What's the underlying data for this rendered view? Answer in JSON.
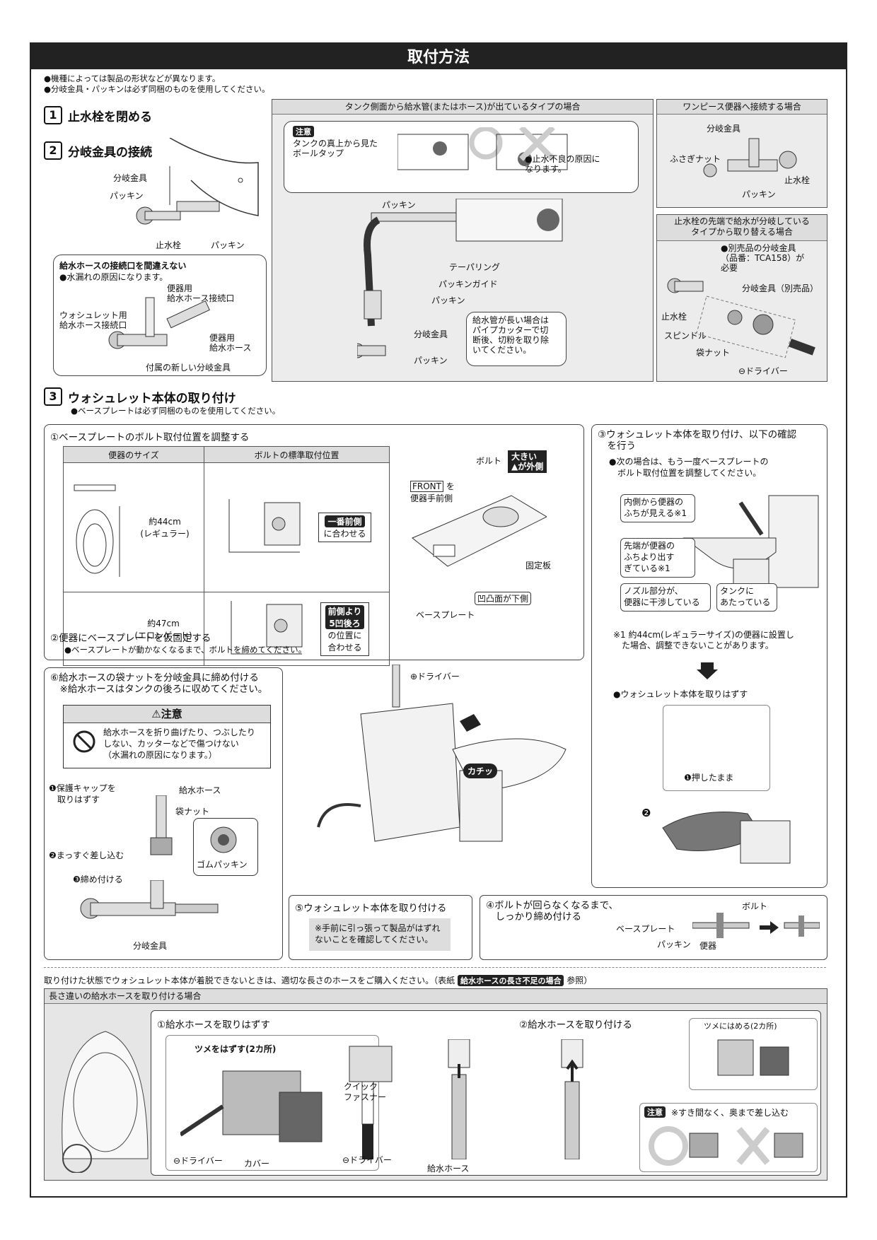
{
  "title": "取付方法",
  "intro": [
    "●機種によっては製品の形状などが異なります。",
    "●分岐金具・パッキンは必ず同梱のものを使用してください。"
  ],
  "step1": {
    "num": "1",
    "label": "止水栓を閉める"
  },
  "step2": {
    "num": "2",
    "label": "分岐金具の接続",
    "parts": {
      "bunki": "分岐金具",
      "packing1": "パッキン",
      "shisui": "止水栓",
      "packing2": "パッキン"
    },
    "warn": {
      "title": "給水ホースの接続口を間違えない",
      "text": "●水漏れの原因になります。",
      "benki_port": "便器用\n給水ホース接続口",
      "washlet_port": "ウォシュレット用\n給水ホース接続口",
      "benki_hose": "便器用\n給水ホース",
      "new_bunki": "付属の新しい分岐金具"
    }
  },
  "tank_side": {
    "head": "タンク側面から給水管(またはホース)が出ているタイプの場合",
    "chui": "注意",
    "chui_text": "タンクの真上から見た\nボールタップ",
    "ng_text": "●止水不良の原因に\nなります。",
    "labels": {
      "packing_top": "パッキン",
      "taper": "テーパリング",
      "guide": "パッキンガイド",
      "packing_mid": "パッキン",
      "bunki": "分岐金具",
      "packing_bot": "パッキン"
    },
    "long_pipe": "給水管が長い場合は\nパイプカッターで切\n断後、切粉を取り除\nいてください。"
  },
  "onepiece": {
    "head": "ワンピース便器へ接続する場合",
    "bunki": "分岐金具",
    "fusagi": "ふさぎナット",
    "shisui": "止水栓",
    "packing": "パッキン"
  },
  "replace": {
    "head": "止水栓の先端で給水が分岐している\nタイプから取り替える場合",
    "note": "●別売品の分岐金具\n（品番：TCA158）が\n必要",
    "bunki": "分岐金具（別売品）",
    "shisui": "止水栓",
    "spindle": "スピンドル",
    "fukuro": "袋ナット",
    "driver": "⊖ドライバー"
  },
  "step3": {
    "num": "3",
    "label": "ウォシュレット本体の取り付け",
    "sub": "●ベースプレートは必ず同梱のものを使用してください。"
  },
  "sub1": {
    "title": "①ベースプレートのボルト取付位置を調整する",
    "col_size": "便器のサイズ",
    "col_pos": "ボルトの標準取付位置",
    "rows": [
      {
        "size": "約44cm\n(レギュラー)",
        "hl": "一番前側",
        "tail": "に合わせる"
      },
      {
        "size": "約47cm\n(エロンゲート)",
        "hl": "前側より\n5凹後ろ",
        "tail": "の位置に\n合わせる"
      }
    ],
    "bolt": "ボルト",
    "big_out": "大きい\n▲が外側",
    "front": "FRONT",
    "front_tail": "を\n便器手前側",
    "fixplate": "固定板",
    "ototsu": "凹凸面が下側",
    "baseplate": "ベースプレート"
  },
  "sub2": {
    "title": "②便器にベースプレートを仮固定する",
    "text": "●ベースプレートが動かなくなるまで、ボルトを締めてください。"
  },
  "sub3": {
    "title": "③ウォシュレット本体を取り付け、以下の確認\n　を行う",
    "text": "●次の場合は、もう一度ベースプレートの\n　ボルト取付位置を調整してください。",
    "c1": "内側から便器の\nふちが見える※1",
    "c2": "先端が便器の\nふちより出す\nぎている※1",
    "c3": "ノズル部分が、\n便器に干渉している",
    "c4": "タンクに\nあたっている",
    "footnote": "※1 約44cm(レギュラーサイズ)の便器に設置し\n　た場合、調整できないことがあります。",
    "remove": "●ウォシュレット本体を取りはずす",
    "press": "❶押したまま",
    "two": "❷"
  },
  "sub6": {
    "title": "⑥給水ホースの袋ナットを分岐金具に締め付ける\n　※給水ホースはタンクの後ろに収めてください。",
    "warn_head": "⚠注意",
    "warn_text": "給水ホースを折り曲げたり、つぶしたり\nしない、カッターなどで傷つけない\n（水漏れの原因になります。）",
    "s1": "❶保護キャップを\n　取りはずす",
    "hose": "給水ホース",
    "fukuro": "袋ナット",
    "gum": "ゴムパッキン",
    "s2": "❷まっすぐ差し込む",
    "s3": "❸締め付ける",
    "bunki": "分岐金具"
  },
  "center": {
    "driver": "⊕ドライバー",
    "kachi": "カチッ"
  },
  "sub5": {
    "title": "⑤ウォシュレット本体を取り付ける",
    "text": "※手前に引っ張って製品がはずれ\nないことを確認してください。"
  },
  "sub4": {
    "title": "④ボルトが回らなくなるまで、\n　しっかり締め付ける",
    "bolt": "ボルト",
    "baseplate": "ベースプレート",
    "packing": "パッキン",
    "benki": "便器"
  },
  "bottom_note": {
    "pre": "取り付けた状態でウォシュレット本体が着脱できないときは、適切な長さのホースをご購入ください。（表紙",
    "badge": "給水ホースの長さ不足の場合",
    "post": "参照）"
  },
  "long_hose": {
    "head": "長さ違いの給水ホースを取り付ける場合",
    "r1": "①給水ホースを取りはずす",
    "tsume": "ツメをはずす(2カ所)",
    "driver1": "⊖ドライバー",
    "cover": "カバー",
    "quick": "クイック\nファスナー",
    "driver2": "⊖ドライバー",
    "hose": "給水ホース",
    "r2": "②給水ホースを取り付ける",
    "tsume2": "ツメにはめる(2カ所)",
    "chui": "注意",
    "chui_text": "※すき間なく、奥まで差し込む"
  }
}
